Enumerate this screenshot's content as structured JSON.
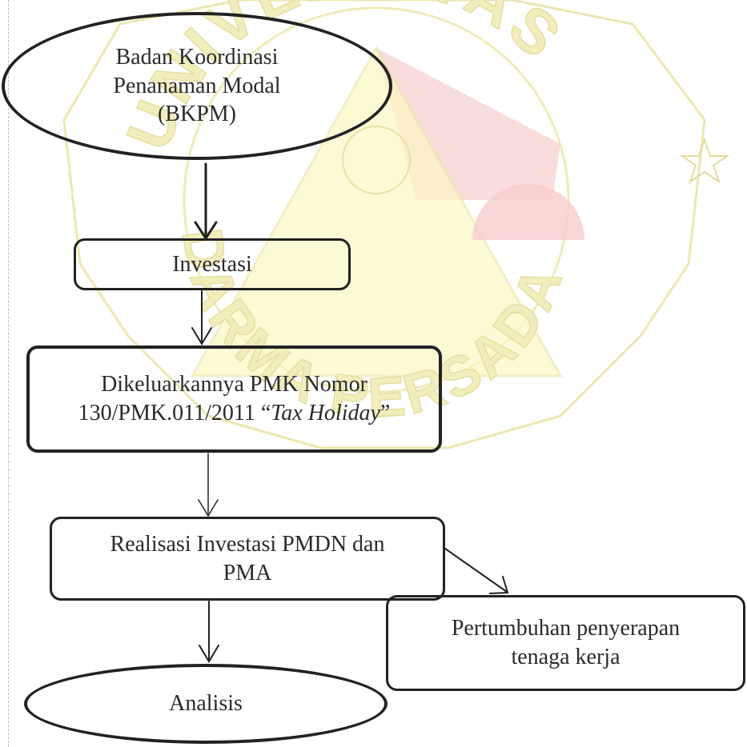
{
  "watermark": {
    "institution_text_top": "UNIVERSITAS",
    "institution_text_bottom": "DARMA PERSADA",
    "colors": {
      "outline": "#e9e4a8",
      "fill_red": "#f6c9c9",
      "fill_yellow": "#fbf6b8"
    }
  },
  "diagram": {
    "nodes": {
      "bkpm": {
        "shape": "ellipse",
        "lines": [
          "Badan Koordinasi",
          "Penanaman Modal",
          "(BKPM)"
        ]
      },
      "investasi": {
        "shape": "rounded-rect",
        "text": "Investasi"
      },
      "pmk": {
        "shape": "rounded-rect",
        "line1": "Dikeluarkannya PMK Nomor",
        "line2_prefix": "130/PMK.011/2011 “",
        "line2_italic": "Tax Holiday",
        "line2_suffix": "”"
      },
      "realisasi": {
        "shape": "rounded-rect",
        "lines": [
          "Realisasi Investasi  PMDN dan",
          "PMA"
        ]
      },
      "pertumbuhan": {
        "shape": "rounded-rect",
        "lines": [
          "Pertumbuhan penyerapan",
          "tenaga kerja"
        ]
      },
      "analisis": {
        "shape": "ellipse",
        "text": "Analisis"
      }
    },
    "edges": [
      {
        "from": "bkpm",
        "to": "investasi"
      },
      {
        "from": "investasi",
        "to": "pmk"
      },
      {
        "from": "pmk",
        "to": "realisasi"
      },
      {
        "from": "realisasi",
        "to": "pertumbuhan"
      },
      {
        "from": "realisasi",
        "to": "analisis"
      }
    ],
    "colors": {
      "stroke": "#222222",
      "text": "#2a2a2a"
    }
  }
}
